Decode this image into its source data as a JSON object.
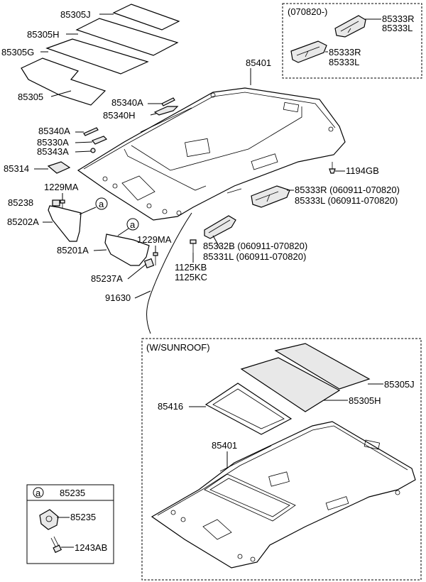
{
  "diagram": {
    "callout_variant_top": "(070820-)",
    "callout_sunroof": "(W/SUNROOF)",
    "legend_circle": "a",
    "legend_part": "85235",
    "labels": {
      "p85305J": "85305J",
      "p85305H": "85305H",
      "p85305G": "85305G",
      "p85305": "85305",
      "p85340A_1": "85340A",
      "p85340H": "85340H",
      "p85340A_2": "85340A",
      "p85330A": "85330A",
      "p85343A": "85343A",
      "p85314": "85314",
      "p1229MA_1": "1229MA",
      "p85238": "85238",
      "p85202A": "85202A",
      "p85201A": "85201A",
      "p1229MA_2": "1229MA",
      "p85237A": "85237A",
      "p91630": "91630",
      "p85401": "85401",
      "p85333R_top1": "85333R",
      "p85333L_top1": "85333L",
      "p85333R_top2": "85333R",
      "p85333L_top2": "85333L",
      "p1194GB": "1194GB",
      "p85333R_mid": "85333R (060911-070820)",
      "p85333L_mid": "85333L (060911-070820)",
      "p85332B": "85332B (060911-070820)",
      "p85331L": "85331L (060911-070820)",
      "p1125KB": "1125KB",
      "p1125KC": "1125KC",
      "p85305J_s": "85305J",
      "p85416": "85416",
      "p85305H_s": "85305H",
      "p85401_s": "85401",
      "p85235": "85235",
      "p1243AB": "1243AB",
      "circle_a1": "a",
      "circle_a2": "a"
    }
  }
}
